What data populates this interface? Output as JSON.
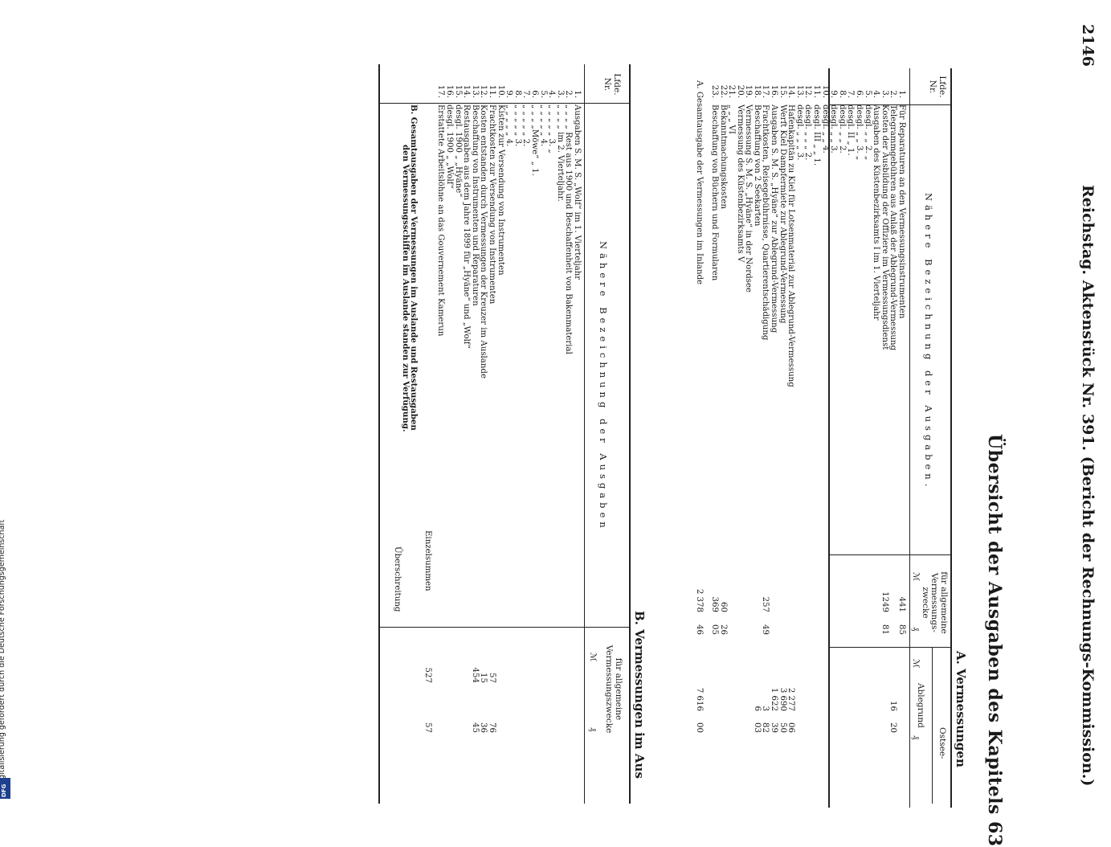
{
  "header": {
    "page_number": "2146",
    "running_head": "Reichstag. Aktenstück Nr. 391. (Bericht der Rechnungs-Kommission.)"
  },
  "title": "Übersicht der Ausgaben des Kapitels 63",
  "section_a": {
    "heading": "A. Vermessungen",
    "col_nr": "Lfde. Nr.",
    "col_desc": "Nähere Bezeichnung der Ausgaben.",
    "col_general": "für allgemeine Vermessungs-zwecke",
    "col_ostsee": "Ostsee-",
    "col_ablegrund": "Ablegrund",
    "col_mark": "ℳ",
    "col_pf": "₰",
    "rows": [
      {
        "nr": "1.",
        "text": "Für Reparaturen an den Vermessungsinstrumenten",
        "gm": "441",
        "gp": "85",
        "am": "",
        "ap": ""
      },
      {
        "nr": "2.",
        "text": "Telegrammgebühren aus Anlaß der Ablegrund-Vermessung",
        "gm": "",
        "gp": "",
        "am": "16",
        "ap": "20"
      },
      {
        "nr": "3.",
        "text": "Kosten der Ausbildung der Offiziere im Vermessungsdienst",
        "gm": "1249",
        "gp": "81",
        "am": "",
        "ap": ""
      },
      {
        "nr": "4.",
        "text": "Ausgaben des Küstenbezirksamts I im 1. Vierteljahr",
        "gm": "",
        "gp": "",
        "am": "",
        "ap": ""
      },
      {
        "nr": "5.",
        "text": "      desgl.                  „   „  2.    „",
        "gm": "",
        "gp": "",
        "am": "",
        "ap": ""
      },
      {
        "nr": "6.",
        "text": "      desgl.                  „   „  3.    „",
        "gm": "",
        "gp": "",
        "am": "",
        "ap": ""
      },
      {
        "nr": "7.",
        "text": "    desgl.              II  „  1.",
        "gm": "",
        "gp": "",
        "am": "",
        "ap": ""
      },
      {
        "nr": "8.",
        "text": "    desgl.              „   „  2.",
        "gm": "",
        "gp": "",
        "am": "",
        "ap": ""
      },
      {
        "nr": "9.",
        "text": "    desgl.              „   „  3.",
        "gm": "",
        "gp": "",
        "am": "",
        "ap": ""
      },
      {
        "nr": "10.",
        "text": "    desgl.              „   „  4.",
        "gm": "",
        "gp": "",
        "am": "",
        "ap": ""
      },
      {
        "nr": "11.",
        "text": "  desgl.           III „   „  1.",
        "gm": "",
        "gp": "",
        "am": "",
        "ap": ""
      },
      {
        "nr": "12.",
        "text": "  desgl.             „   „  „  2.",
        "gm": "",
        "gp": "",
        "am": "",
        "ap": ""
      },
      {
        "nr": "13.",
        "text": "  desgl.             „   „  „  3.",
        "gm": "",
        "gp": "",
        "am": "",
        "ap": ""
      },
      {
        "nr": "14.",
        "text": "Hafenkapitän zu Kiel für Lotsenmaterial zur Ablegrund-Vermessung",
        "gm": "",
        "gp": "",
        "am": "2 277",
        "ap": "06"
      },
      {
        "nr": "15.",
        "text": "Werft Kiel Dampfermiete zur Ablegrund-Vermessung",
        "gm": "",
        "gp": "",
        "am": "3 690",
        "ap": "50"
      },
      {
        "nr": "16.",
        "text": "Ausgaben S. M. S. „Hyäne“ zur Ablegrund-Vermessung",
        "gm": "",
        "gp": "",
        "am": "1 622",
        "ap": "39"
      },
      {
        "nr": "17.",
        "text": "Frachtkosten, Reisegebührnisse, Quartierentschädigung",
        "gm": "257",
        "gp": "49",
        "am": "3",
        "ap": "82"
      },
      {
        "nr": "18.",
        "text": "Beschaffung von 2 Seekarten",
        "gm": "",
        "gp": "",
        "am": "6",
        "ap": "03"
      },
      {
        "nr": "19.",
        "text": "Vermessung S. M. S. „Hyäne“ in der Nordsee",
        "gm": "",
        "gp": "",
        "am": "",
        "ap": ""
      },
      {
        "nr": "20.",
        "text": "Vermessung des Küstenbezirksamts V",
        "gm": "",
        "gp": "",
        "am": "",
        "ap": ""
      },
      {
        "nr": "21.",
        "text": "      „          „        „        VI",
        "gm": "",
        "gp": "",
        "am": "",
        "ap": ""
      },
      {
        "nr": "22.",
        "text": "Bekanntmachungskosten",
        "gm": "60",
        "gp": "26",
        "am": "",
        "ap": ""
      },
      {
        "nr": "23.",
        "text": "Beschaffung von Büchern und Formularen",
        "gm": "369",
        "gp": "05",
        "am": "",
        "ap": ""
      }
    ],
    "total_label": "A. Gesamtausgabe der Vermessungen im Inlande",
    "total_gm": "2 378",
    "total_gp": "46",
    "total_am": "7 616",
    "total_ap": "00"
  },
  "section_b": {
    "heading": "B. Vermessungen im Aus",
    "col_nr": "Lfde. Nr.",
    "col_desc": "Nähere Bezeichnung der Ausgaben",
    "col_general": "für allgemeine Vermessungszwecke",
    "col_mark": "ℳ",
    "col_pf": "₰",
    "rows": [
      {
        "nr": "1.",
        "text": "Ausgaben S. M. S. „Wolf“ im 1. Vierteljahr",
        "m": "",
        "p": ""
      },
      {
        "nr": "2.",
        "text": "   „          „     „     „   Rest aus 1900 und Beschaffenheit von Bakenmaterial",
        "m": "",
        "p": ""
      },
      {
        "nr": "3.",
        "text": "   „          „     „     „   im 2. Vierteljahr.",
        "m": "",
        "p": ""
      },
      {
        "nr": "4.",
        "text": "   „          „     „     „     „  3.      „",
        "m": "",
        "p": ""
      },
      {
        "nr": "5.",
        "text": "   „          „     „     „     „  4.",
        "m": "",
        "p": ""
      },
      {
        "nr": "6.",
        "text": "   „          „     „   „Möwe“ „  1.",
        "m": "",
        "p": ""
      },
      {
        "nr": "7.",
        "text": "   „          „     „     „     „  2.",
        "m": "",
        "p": ""
      },
      {
        "nr": "8.",
        "text": "   „          „     „     „     „  3.",
        "m": "",
        "p": ""
      },
      {
        "nr": "9.",
        "text": "   „          „     „     „     „  4.",
        "m": "",
        "p": ""
      },
      {
        "nr": "10.",
        "text": "Kisten zur Versendung von Instrumenten",
        "m": "",
        "p": ""
      },
      {
        "nr": "11.",
        "text": "Frachtkosten zur Versendung von Instrumenten",
        "m": "57",
        "p": "76"
      },
      {
        "nr": "12.",
        "text": "Kosten entstanden durch Vermessungen der Kreuzer im Auslande",
        "m": "15",
        "p": "36"
      },
      {
        "nr": "13.",
        "text": "Beschaffung von Instrumenten und Reparaturen",
        "m": "454",
        "p": "45"
      },
      {
        "nr": "14.",
        "text": "Restausgaben aus dem Jahre 1899 für „Hyäne“ und „Wolf“",
        "m": "",
        "p": ""
      },
      {
        "nr": "15.",
        "text": "                 desgl.                1900 „ „Hyäne“",
        "m": "",
        "p": ""
      },
      {
        "nr": "16.",
        "text": "                 desgl.                1900 „ „Wolf“",
        "m": "",
        "p": ""
      },
      {
        "nr": "17.",
        "text": "Erstattete Arbeitslöhne an das Gouvernement Kamerun",
        "m": "",
        "p": ""
      }
    ],
    "subtotal_label": "Einzelsummen",
    "subtotal_m": "527",
    "subtotal_p": "57",
    "total_line1": "B. Gesamtausgaben der Vermessungen im Auslande und Restausgaben",
    "total_line2": "den Vermessungsschiffen im Auslande standen zur Verfügung.",
    "overrun_label": "Überschreitung"
  },
  "side_note": "Digitalisierung gefördert durch die Deutsche Forschungsgemeinschaft",
  "logo_text": "DFG"
}
